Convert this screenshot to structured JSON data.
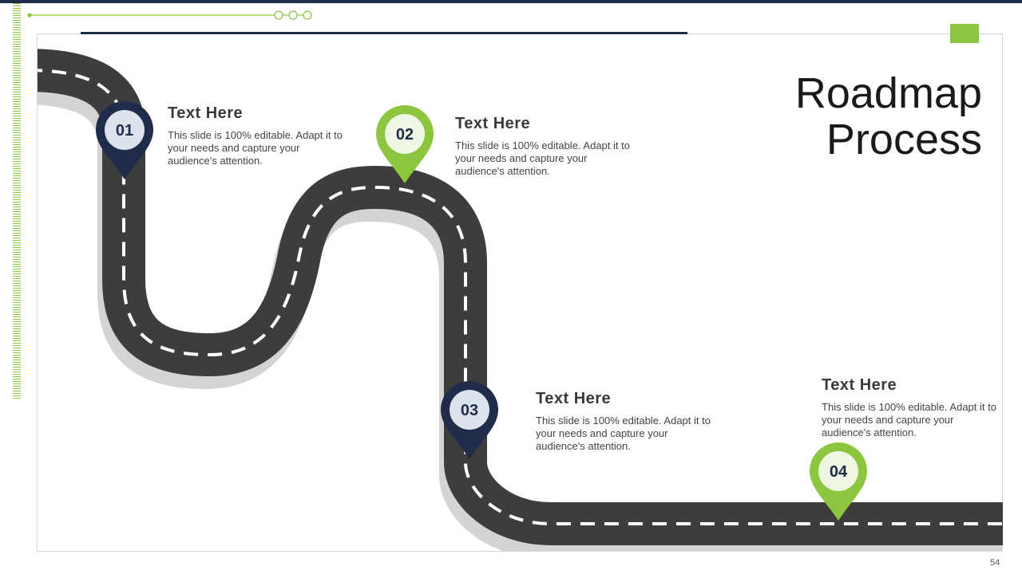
{
  "slide": {
    "title_line1": "Roadmap",
    "title_line2": "Process",
    "page_number": "54"
  },
  "colors": {
    "navy": "#1f2d4a",
    "green": "#8cc63f",
    "road": "#3d3d3d",
    "road_shadow": "#d4d4d4",
    "marker_fill": "#dde3ec"
  },
  "steps": [
    {
      "number": "01",
      "heading": "Text Here",
      "body": "This slide is 100% editable. Adapt it to your needs and capture your audience's attention."
    },
    {
      "number": "02",
      "heading": "Text Here",
      "body": "This slide is 100% editable. Adapt it to your needs and capture your audience's attention."
    },
    {
      "number": "03",
      "heading": "Text Here",
      "body": "This slide is 100% editable. Adapt it to your needs and capture your audience's attention."
    },
    {
      "number": "04",
      "heading": "Text Here",
      "body": "This slide is 100% editable. Adapt it to your needs and capture your audience's attention."
    }
  ]
}
